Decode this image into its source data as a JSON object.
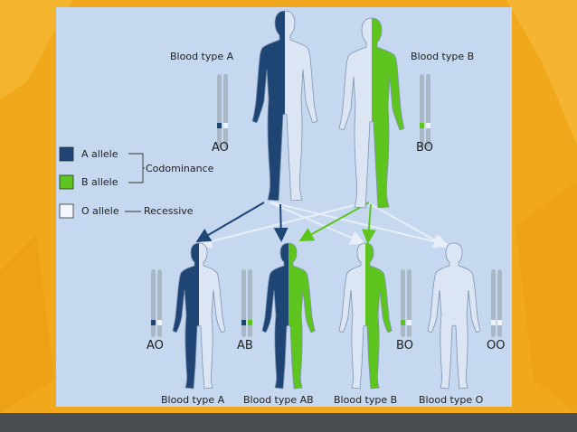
{
  "colors": {
    "a_allele": "#1f4575",
    "b_allele": "#5ec41e",
    "o_allele": "#dbe5f4",
    "panel": "#c5d8ef",
    "frame": "#f2a81c",
    "bottom_bar": "#4a4d52"
  },
  "parents": [
    {
      "label": "Blood type A",
      "genotype": "AO"
    },
    {
      "label": "Blood type B",
      "genotype": "BO"
    }
  ],
  "legend": {
    "a": "A allele",
    "b": "B allele",
    "o": "O allele",
    "codominance": "Codominance",
    "recessive": "Recessive"
  },
  "children": [
    {
      "label": "Blood type A",
      "genotype": "AO"
    },
    {
      "label": "Blood type AB",
      "genotype": "AB"
    },
    {
      "label": "Blood type B",
      "genotype": "BO"
    },
    {
      "label": "Blood type O",
      "genotype": "OO"
    }
  ]
}
